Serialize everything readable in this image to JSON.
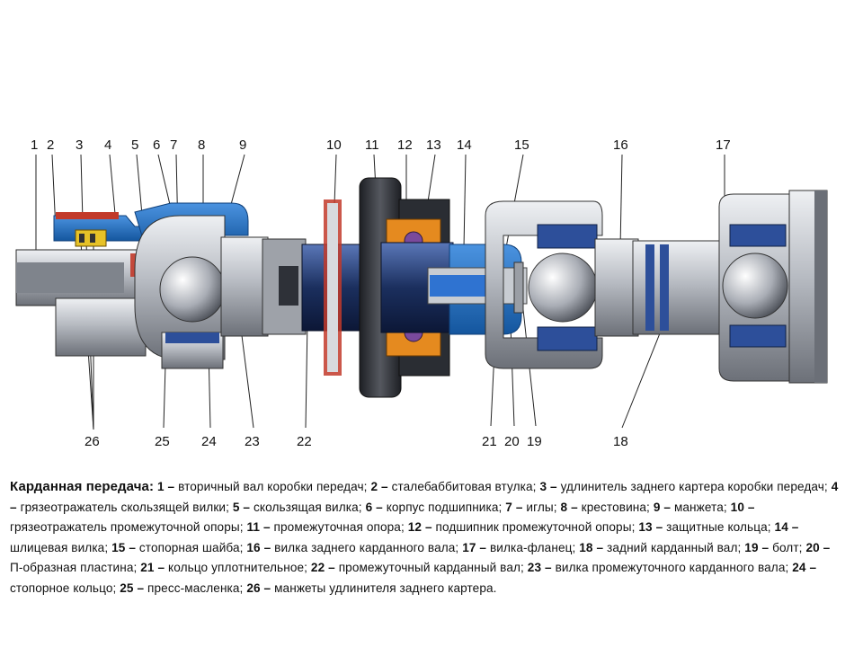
{
  "figure": {
    "numbers": {
      "n1": "1",
      "n2": "2",
      "n3": "3",
      "n4": "4",
      "n5": "5",
      "n6": "6",
      "n7": "7",
      "n8": "8",
      "n9": "9",
      "n10": "10",
      "n11": "11",
      "n12": "12",
      "n13": "13",
      "n14": "14",
      "n15": "15",
      "n16": "16",
      "n17": "17",
      "n18": "18",
      "n19": "19",
      "n20": "20",
      "n21": "21",
      "n22": "22",
      "n23": "23",
      "n24": "24",
      "n25": "25",
      "n26": "26"
    }
  },
  "caption": {
    "title": "Карданная передача:",
    "items": [
      {
        "n": "1",
        "dash": "–",
        "text": "вторичный вал коробки передач;"
      },
      {
        "n": "2",
        "dash": "–",
        "text": "сталебаббитовая втулка;"
      },
      {
        "n": "3",
        "dash": "–",
        "text": "удлинитель заднего картера коробки передач;"
      },
      {
        "n": "4",
        "dash": "–",
        "text": "грязеотражатель скользящей вилки;"
      },
      {
        "n": "5",
        "dash": "–",
        "text": "скользящая вилка;"
      },
      {
        "n": "6",
        "dash": "–",
        "text": "корпус подшипника;"
      },
      {
        "n": "7",
        "dash": "–",
        "text": "иглы;"
      },
      {
        "n": "8",
        "dash": "–",
        "text": "крестовина;"
      },
      {
        "n": "9",
        "dash": "–",
        "text": "манжета;"
      },
      {
        "n": "10",
        "dash": "–",
        "text": "грязеотражатель промежуточной опоры;"
      },
      {
        "n": "11",
        "dash": "–",
        "text": "промежуточная опора;"
      },
      {
        "n": "12",
        "dash": "–",
        "text": "подшипник промежуточной опоры;"
      },
      {
        "n": "13",
        "dash": "–",
        "text": "защитные кольца;"
      },
      {
        "n": "14",
        "dash": "–",
        "text": "шлицевая вилка;"
      },
      {
        "n": "15",
        "dash": "–",
        "text": "стопорная шайба;"
      },
      {
        "n": "16",
        "dash": "–",
        "text": "вилка заднего карданного вала;"
      },
      {
        "n": "17",
        "dash": "–",
        "text": "вилка-фланец;"
      },
      {
        "n": "18",
        "dash": "–",
        "text": "задний карданный вал;"
      },
      {
        "n": "19",
        "dash": "–",
        "text": "болт;"
      },
      {
        "n": "20",
        "dash": "–",
        "text": "П-образная пластина;"
      },
      {
        "n": "21",
        "dash": "–",
        "text": "кольцо уплотнительное;"
      },
      {
        "n": "22",
        "dash": "–",
        "text": "промежуточный карданный вал;"
      },
      {
        "n": "23",
        "dash": "–",
        "text": "вилка промежуточного карданного вала;"
      },
      {
        "n": "24",
        "dash": "–",
        "text": "стопорное кольцо;"
      },
      {
        "n": "25",
        "dash": "–",
        "text": "пресс-масленка;"
      },
      {
        "n": "26",
        "dash": "–",
        "text": "манжеты удлинителя заднего картера."
      }
    ]
  },
  "colors": {
    "housing_blue": "#1e6fc4",
    "shaft_dark": "#1b2f5e",
    "metal_gray": "#b9bcc2",
    "bearing_orange": "#e58a1f",
    "seal_purple": "#7a4a9c",
    "flange_dark": "#2a2d33"
  }
}
